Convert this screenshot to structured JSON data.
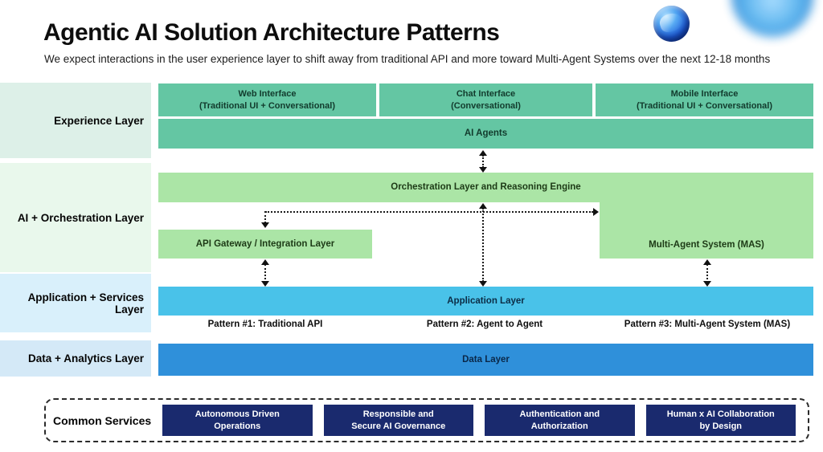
{
  "header": {
    "title": "Agentic AI Solution Architecture Patterns",
    "subtitle": "We expect interactions in the user experience layer to shift away from traditional API and more toward Multi-Agent Systems over the next 12-18 months"
  },
  "colors": {
    "teal_box": "#64c6a3",
    "light_green_box": "#abe5a6",
    "cyan_box": "#49c2e9",
    "blue_box": "#2f90da",
    "navy_box": "#1a2a6e",
    "experience_row_bg": "#ddf0e8",
    "orchestration_row_bg": "#e9f8ec",
    "application_row_bg": "#d9f0fb",
    "data_row_bg": "#d4e9f7"
  },
  "layers": {
    "experience": {
      "label": "Experience Layer",
      "interfaces": [
        {
          "line1": "Web Interface",
          "line2": "(Traditional UI + Conversational)"
        },
        {
          "line1": "Chat Interface",
          "line2": "(Conversational)"
        },
        {
          "line1": "Mobile Interface",
          "line2": "(Traditional UI + Conversational)"
        }
      ],
      "agents": "AI Agents"
    },
    "orchestration": {
      "label": "AI + Orchestration Layer",
      "engine": "Orchestration Layer and Reasoning Engine",
      "api_gateway": "API Gateway / Integration Layer",
      "mas": "Multi-Agent System (MAS)"
    },
    "application": {
      "label": "Application + Services Layer",
      "app_layer": "Application Layer",
      "patterns": [
        "Pattern #1: Traditional API",
        "Pattern #2: Agent to Agent",
        "Pattern #3: Multi-Agent System (MAS)"
      ]
    },
    "data": {
      "label": "Data + Analytics Layer",
      "data_layer": "Data Layer"
    }
  },
  "common_services": {
    "label": "Common Services",
    "items": [
      {
        "line1": "Autonomous Driven",
        "line2": "Operations"
      },
      {
        "line1": "Responsible and",
        "line2": "Secure AI Governance"
      },
      {
        "line1": "Authentication and",
        "line2": "Authorization"
      },
      {
        "line1": "Human x AI Collaboration",
        "line2": "by Design"
      }
    ]
  }
}
